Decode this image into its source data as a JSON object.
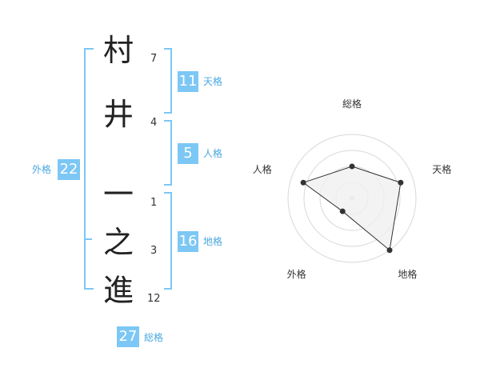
{
  "name": {
    "chars": [
      {
        "char": "村",
        "strokes": "7"
      },
      {
        "char": "井",
        "strokes": "4"
      },
      {
        "char": "一",
        "strokes": "1"
      },
      {
        "char": "之",
        "strokes": "3"
      },
      {
        "char": "進",
        "strokes": "12"
      }
    ]
  },
  "fortune": {
    "tenkaku": {
      "value": "11",
      "label": "天格"
    },
    "jinkaku": {
      "value": "5",
      "label": "人格"
    },
    "chikaku": {
      "value": "16",
      "label": "地格"
    },
    "gaikaku": {
      "value": "22",
      "label": "外格"
    },
    "soukaku": {
      "value": "27",
      "label": "総格"
    }
  },
  "chart_data": {
    "type": "radar",
    "axes": [
      "総格",
      "天格",
      "地格",
      "外格",
      "人格"
    ],
    "values": [
      0.5,
      0.8,
      1.0,
      0.25,
      0.8
    ],
    "range": [
      0,
      1
    ],
    "grid_rings": 4,
    "colors": {
      "fill": "#f0f0f0",
      "stroke": "#333333",
      "grid": "#d8d8d8",
      "point": "#333333"
    }
  },
  "colors": {
    "accent": "#7cc7f5",
    "label": "#4aa8e0"
  }
}
